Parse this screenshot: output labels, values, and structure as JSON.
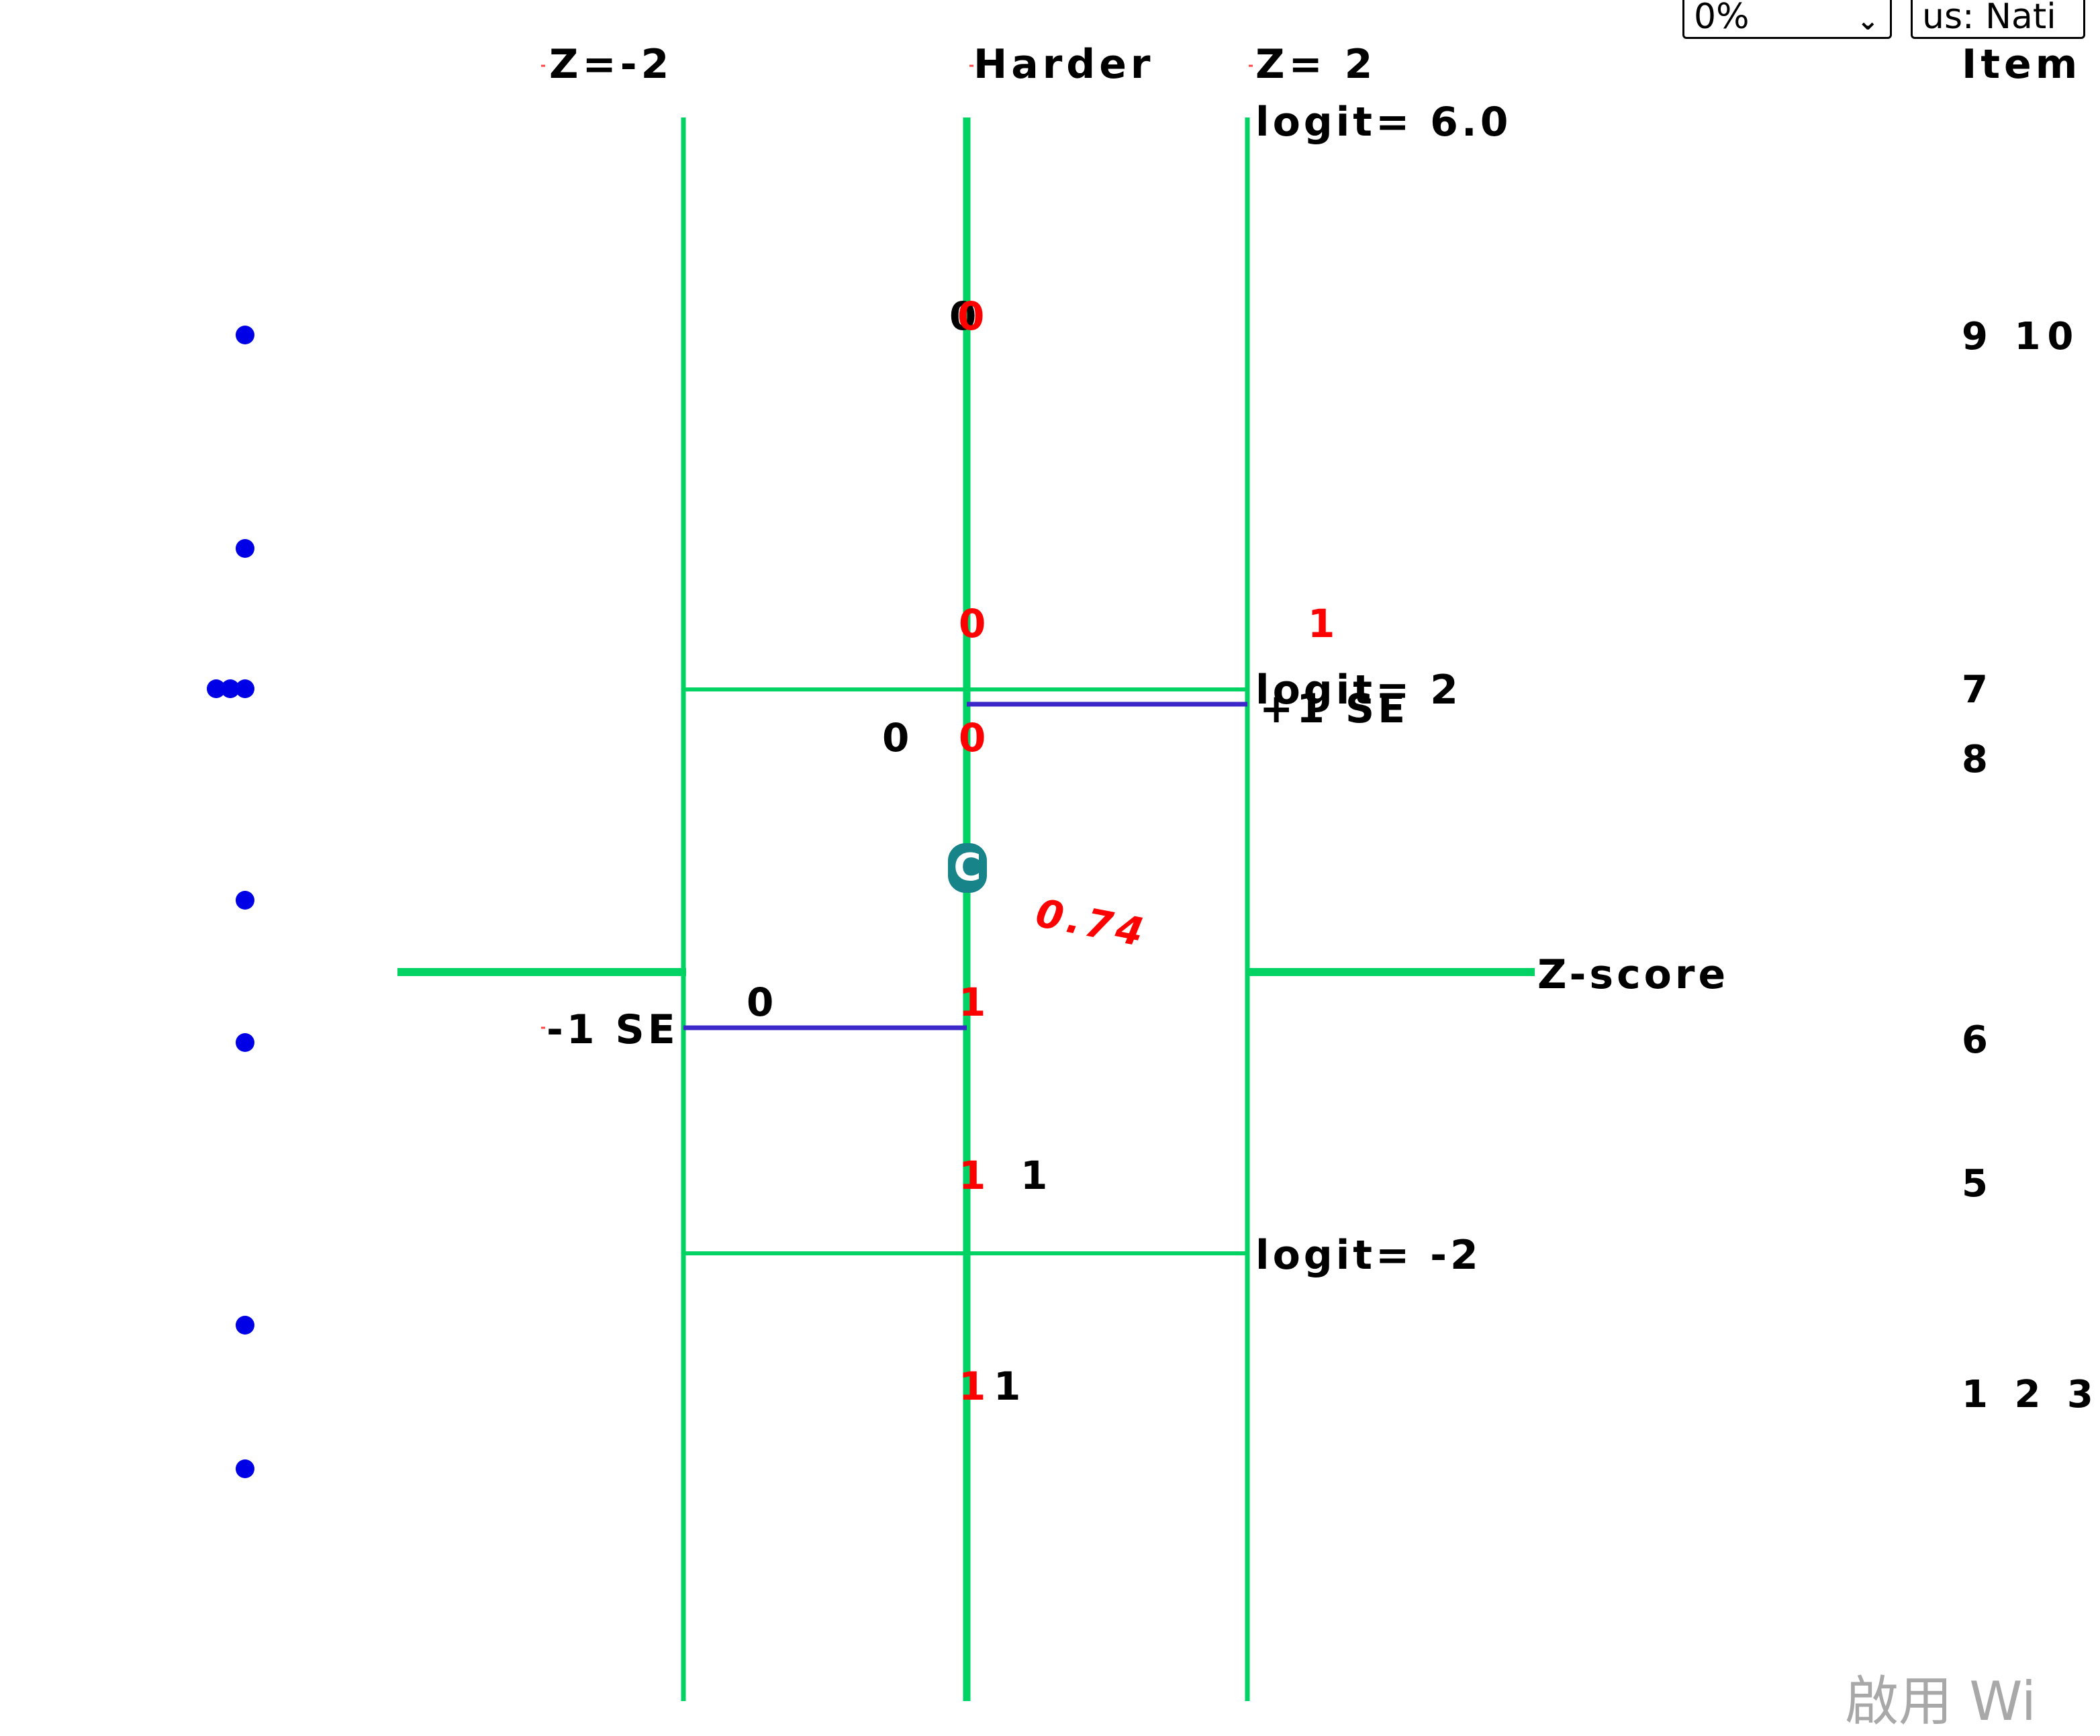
{
  "controls": {
    "percent_select_value": "0%",
    "status_select_value": "us: Nati"
  },
  "map": {
    "header_z_minus": "Z=-2",
    "header_harder": "Harder",
    "header_z_plus": "Z= 2",
    "logit_top": "logit= 6.0",
    "logit_plus2": "logit= 2",
    "logit_minus2": "logit= -2",
    "plus_se": "+1 SE",
    "minus_se": "-1 SE",
    "z_score": "Z-score",
    "ability_value": "0.74",
    "ability_marker": "C"
  },
  "responses": {
    "r1_black": "0",
    "r1_red": "0",
    "r2_red": "0",
    "r2_red_right": "1",
    "r3_black": "0",
    "r3_red": "0",
    "r4_black": "0",
    "r4_red": "1",
    "r5_red": "1",
    "r5_black": "1",
    "r6_red": "1",
    "r6_black": "1"
  },
  "items": {
    "header": "Item",
    "row1": "9 10",
    "row2": "7",
    "row3": "8",
    "row4": "6",
    "row5": "5",
    "row6": "1 2 3"
  },
  "watermark": "啟用 Wi",
  "colors": {
    "grid_line": "#00d264",
    "se_line": "#3c28c8",
    "dot": "#0000e6",
    "response_red": "#ff0000",
    "badge": "#17848a"
  }
}
